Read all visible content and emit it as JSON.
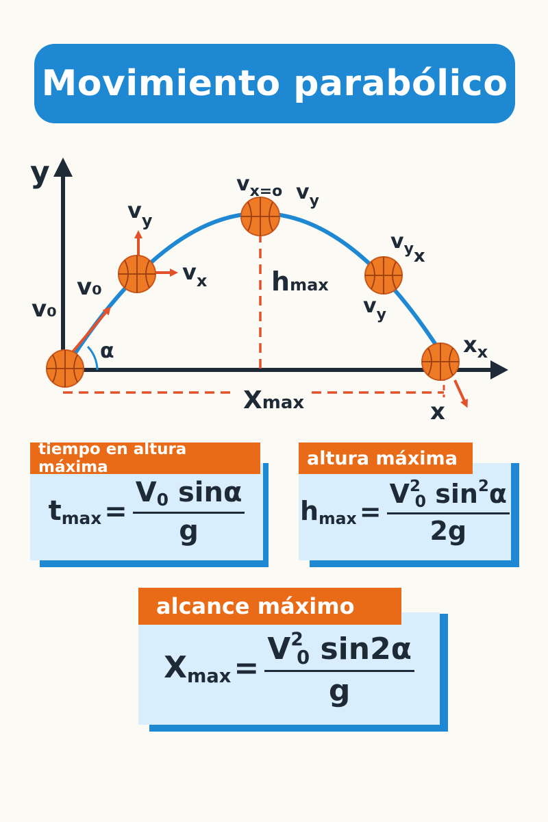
{
  "title": "Movimiento parabólico",
  "diagram": {
    "y_axis": "y",
    "v0_axis_label": "v₀",
    "alpha": "α",
    "v0_arrow": "v₀",
    "vy_left": "y",
    "vx_left": "x",
    "top_vx": "x=o",
    "top_vy": "y",
    "hmax_h": "h",
    "hmax_sub": "max",
    "right_vy_x": "y",
    "right_x": "x",
    "right_vy": "y",
    "xx_label": "x",
    "xmax_X": "X",
    "xmax_sub": "max",
    "x_end": "x",
    "v": "v"
  },
  "cards": {
    "time": {
      "tag": "tiempo en altura máxima",
      "lhs": "t",
      "lhs_sub": "max",
      "eq": "=",
      "num_v": "V",
      "num_sub": "0",
      "num_rest": "sinα",
      "den": "g"
    },
    "height": {
      "tag": "altura máxima",
      "lhs": "h",
      "lhs_sub": "max",
      "eq": "=",
      "num_v": "V",
      "num_sup": "2",
      "num_sub": "0",
      "num_rest": "sin",
      "num_sup2": "2",
      "num_rest2": "α",
      "den": "2g"
    },
    "range": {
      "tag": "alcance máximo",
      "lhs": "X",
      "lhs_sub": "max",
      "eq": "=",
      "num_v": "V",
      "num_sup": "2",
      "num_sub": "0",
      "num_rest": "sin2α",
      "den": "g"
    }
  },
  "colors": {
    "accent_blue": "#1e88d2",
    "tag_orange": "#ea6b17",
    "panel_blue": "#d9eefc",
    "ball_orange": "#ee7a26",
    "dash_red": "#e2512a",
    "axis_dark": "#1f2a37"
  }
}
